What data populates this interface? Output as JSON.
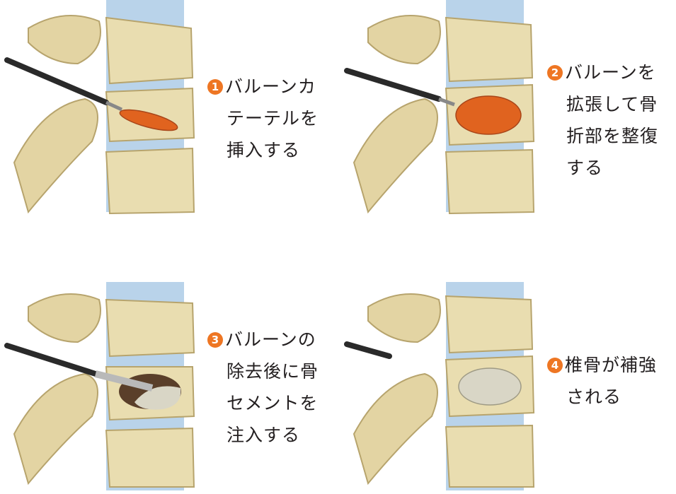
{
  "steps": [
    {
      "number": "1",
      "lines": [
        "バルーンカ",
        "テーテルを",
        "挿入する"
      ]
    },
    {
      "number": "2",
      "lines": [
        "バルーンを",
        "拡張して骨",
        "折部を整復",
        "する"
      ]
    },
    {
      "number": "3",
      "lines": [
        "バルーンの",
        "除去後に骨",
        "セメントを",
        "注入する"
      ]
    },
    {
      "number": "4",
      "lines": [
        "椎骨が補強",
        "される"
      ]
    }
  ],
  "colors": {
    "bone": "#e9ddb0",
    "bone_shadow": "#c9b67f",
    "disc": "#b9d3ea",
    "balloon": "#e0631f",
    "cement": "#d9d6c6",
    "catheter": "#2a2a2a",
    "accent": "#ee7623"
  }
}
